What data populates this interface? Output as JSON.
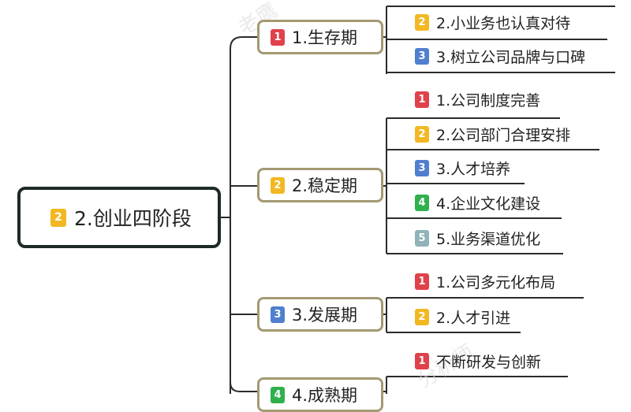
{
  "root": {
    "badge": "2",
    "label": "2.创业四阶段"
  },
  "stages": [
    {
      "badge": "1",
      "label": "1.生存期"
    },
    {
      "badge": "2",
      "label": "2.稳定期"
    },
    {
      "badge": "3",
      "label": "3.发展期"
    },
    {
      "badge": "4",
      "label": "4.成熟期"
    }
  ],
  "leaves": {
    "stage1": [
      {
        "badge": "2",
        "label": "2.小业务也认真对待"
      },
      {
        "badge": "3",
        "label": "3.树立公司品牌与口碑"
      }
    ],
    "stage2": [
      {
        "badge": "1",
        "label": "1.公司制度完善"
      },
      {
        "badge": "2",
        "label": "2.公司部门合理安排"
      },
      {
        "badge": "3",
        "label": "3.人才培养"
      },
      {
        "badge": "4",
        "label": "4.企业文化建设"
      },
      {
        "badge": "5",
        "label": "5.业务渠道优化"
      }
    ],
    "stage3": [
      {
        "badge": "1",
        "label": "1.公司多元化布局"
      },
      {
        "badge": "2",
        "label": "2.人才引进"
      }
    ],
    "stage4": [
      {
        "badge": "1",
        "label": "不断研发与创新"
      }
    ]
  },
  "colors": {
    "badge_1": "#e0424b",
    "badge_2": "#f2b823",
    "badge_3": "#4f7fce",
    "badge_4": "#2fb04c",
    "badge_5": "#8fb3b8",
    "root_border": "#1e2a26",
    "stage_border": "#a39a72",
    "line": "#2b2b2b"
  }
}
